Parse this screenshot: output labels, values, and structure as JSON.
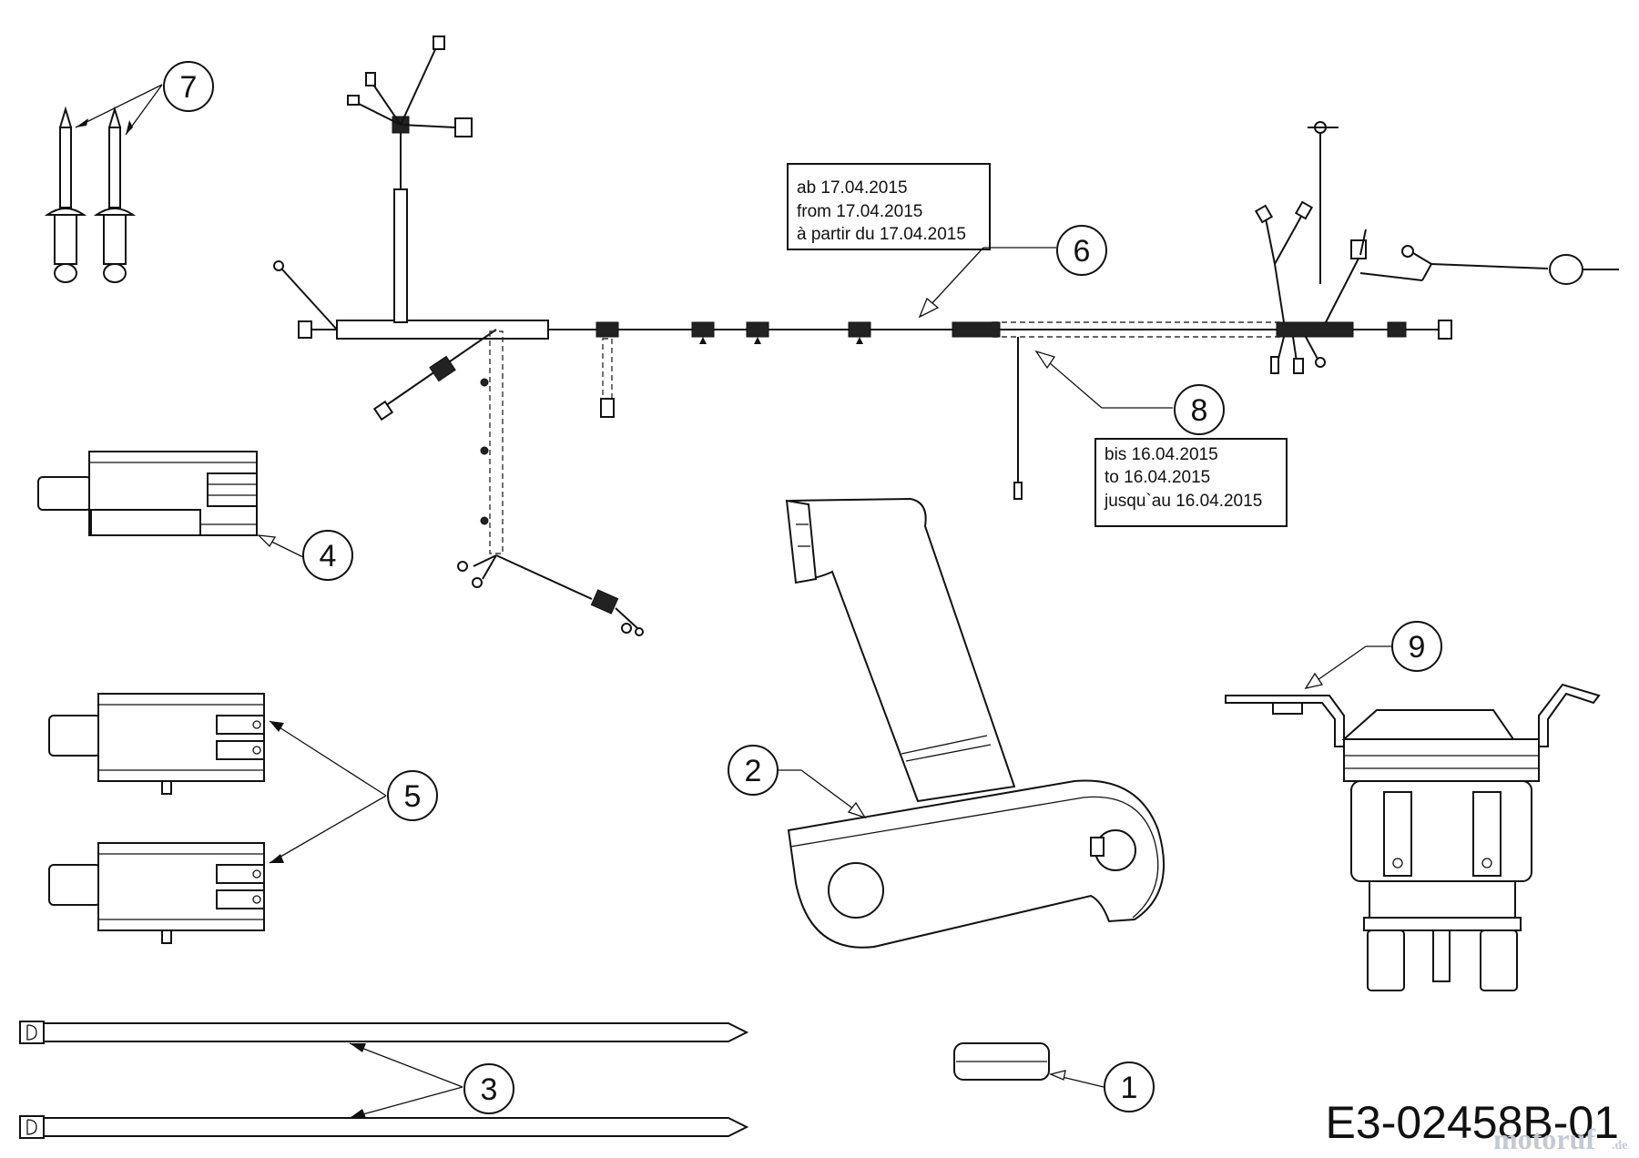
{
  "callouts": {
    "c1": "1",
    "c2": "2",
    "c3": "3",
    "c4": "4",
    "c5": "5",
    "c6": "6",
    "c7": "7",
    "c8": "8",
    "c9": "9"
  },
  "notes": {
    "from_date": [
      "ab 17.04.2015",
      "from 17.04.2015",
      "à partir du 17.04.2015"
    ],
    "until_date": [
      "bis 16.04.2015",
      "to 16.04.2015",
      "jusqu`au 16.04.2015"
    ]
  },
  "drawing_code": "E3-02458B-01",
  "watermark": {
    "brand": "motoruf",
    "tld": ".de",
    "color": "#c4c9d2"
  }
}
